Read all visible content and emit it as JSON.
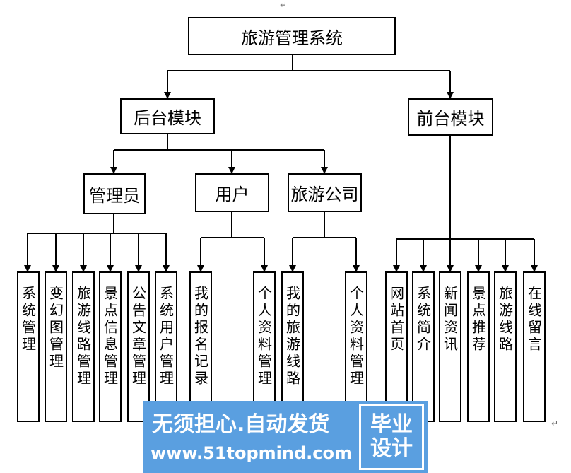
{
  "root": "旅游管理系统",
  "level1": [
    "后台模块",
    "前台模块"
  ],
  "level2": [
    "管理员",
    "用户",
    "旅游公司"
  ],
  "leaves": {
    "admin": [
      "系统管理",
      "变幻图管理",
      "旅游线路管理",
      "景点信息管理",
      "公告文章管理",
      "系统用户管理"
    ],
    "user": [
      "我的报名记录",
      "个人资料管理"
    ],
    "company": [
      "我的旅游线路",
      "个人资料管理"
    ],
    "front": [
      "网站首页",
      "系统简介",
      "新闻资讯",
      "景点推荐",
      "旅游线路",
      "在线留言"
    ]
  },
  "watermark": {
    "line1": "无须担心.自动发货",
    "line2": "www.51topmind.com",
    "badge_top": "毕业",
    "badge_bottom": "设计"
  }
}
